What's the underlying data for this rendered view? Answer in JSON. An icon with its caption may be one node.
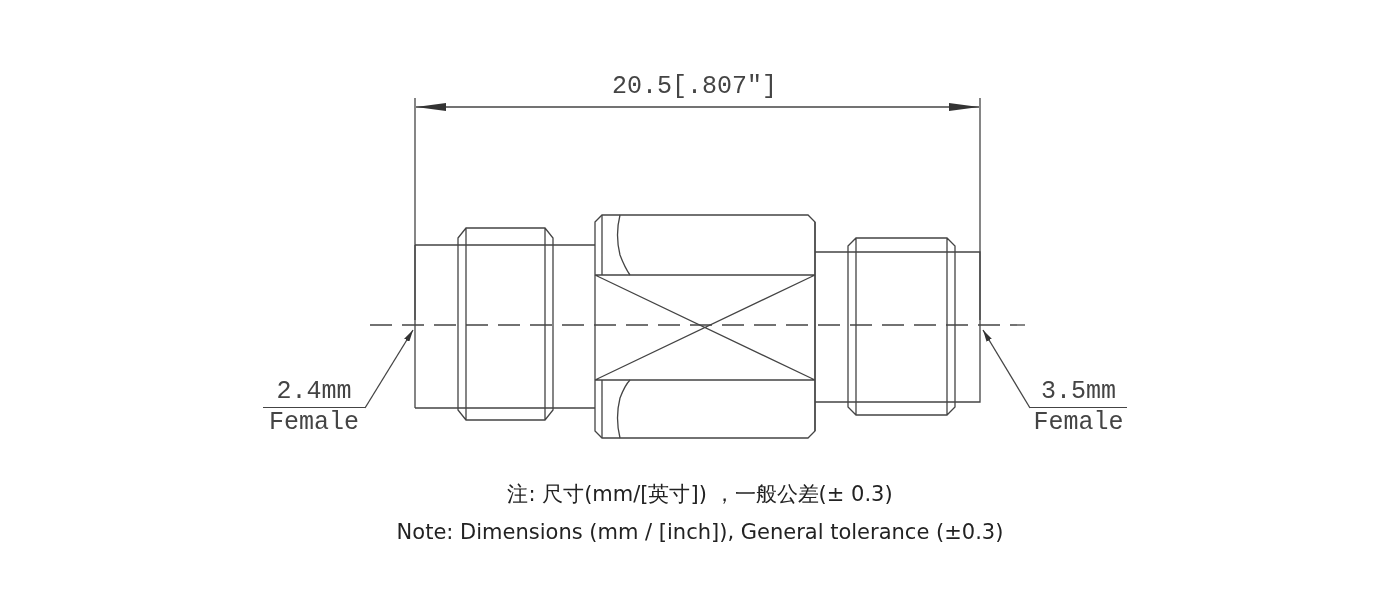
{
  "diagram": {
    "nodes": [
      {
        "text": [
          "2.4mm",
          "Female"
        ]
      },
      {
        "text": [
          "3.5mm",
          "Female"
        ]
      }
    ],
    "edges": [
      {
        "from": 0,
        "to": null,
        "arrow": "to"
      },
      {
        "from": 1,
        "to": null,
        "arrow": "to"
      }
    ],
    "labels": [
      "20.5[.807″]",
      "注: 尺寸(mm/[英寸]) ，一般公差(± 0.3)",
      "Note: Dimensions (mm / [inch]), General tolerance (±0.3)"
    ]
  }
}
